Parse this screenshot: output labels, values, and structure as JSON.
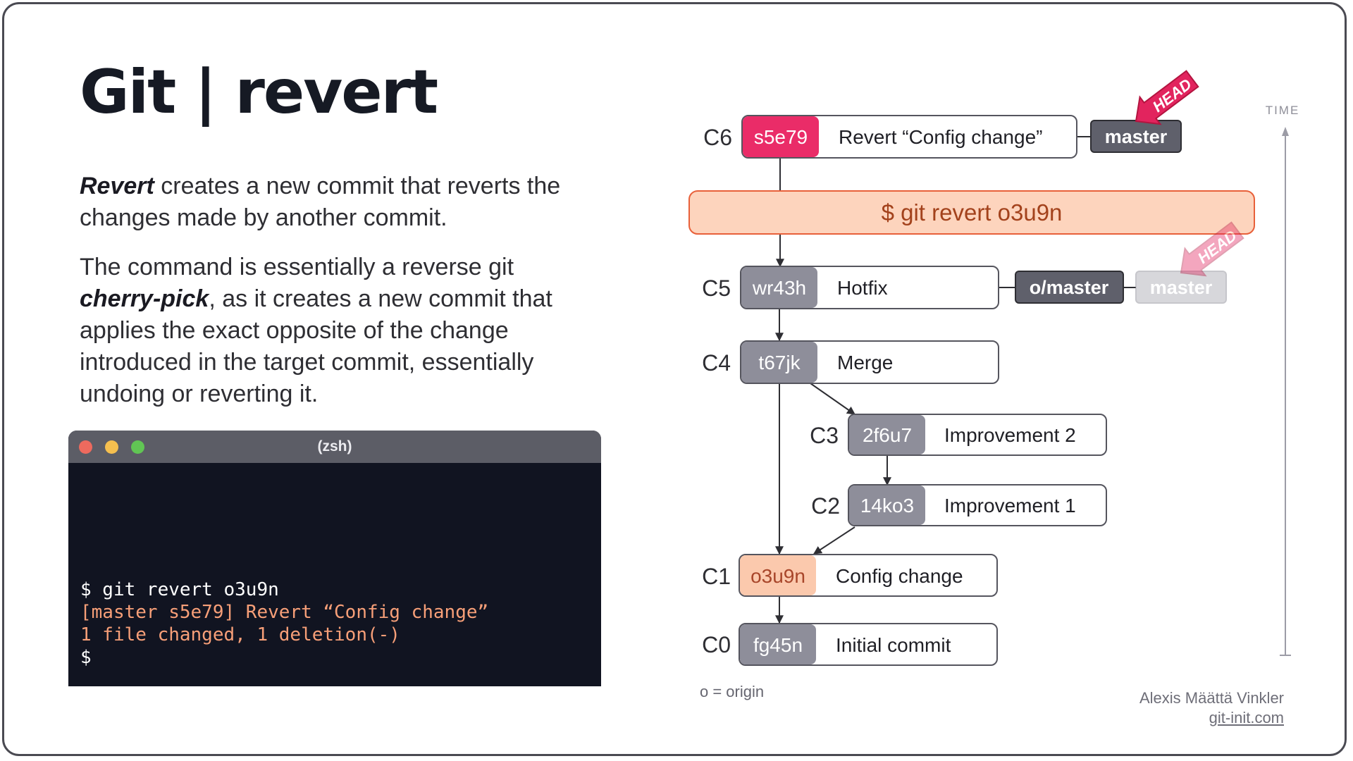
{
  "title": "Git | revert",
  "intro": {
    "p1_em": "Revert",
    "p1_rest": " creates a new commit that reverts the changes made by another commit.",
    "p2_a": "The command is essentially a reverse git ",
    "p2_em": "cherry-pick",
    "p2_b": ", as it creates a new commit that applies the exact opposite of the change introduced in the target commit, essentially undoing or reverting it."
  },
  "terminal": {
    "title": "(zsh)",
    "lines": [
      "$ git revert o3u9n",
      "[master s5e79] Revert “Config change”",
      "1 file changed, 1 deletion(-)",
      "$"
    ],
    "dot_colors": [
      "#ed6a5e",
      "#f5bf4f",
      "#61c554"
    ]
  },
  "diagram": {
    "commits": [
      {
        "label": "C6",
        "hash": "s5e79",
        "message": "Revert “Config change”"
      },
      {
        "label": "C5",
        "hash": "wr43h",
        "message": "Hotfix"
      },
      {
        "label": "C4",
        "hash": "t67jk",
        "message": "Merge"
      },
      {
        "label": "C3",
        "hash": "2f6u7",
        "message": "Improvement 2"
      },
      {
        "label": "C2",
        "hash": "14ko3",
        "message": "Improvement 1"
      },
      {
        "label": "C1",
        "hash": "o3u9n",
        "message": "Config change"
      },
      {
        "label": "C0",
        "hash": "fg45n",
        "message": "Initial commit"
      }
    ],
    "command": "$ git revert o3u9n",
    "branches": {
      "master": "master",
      "origin_master": "o/master",
      "old_master": "master"
    },
    "head_label": "HEAD",
    "time_label": "TIME",
    "colors": {
      "new_commit": "#ea2c68",
      "target_commit": "#fbc9ad",
      "normal_commit": "#8e8e9a",
      "command_bg": "#fdd4bd",
      "command_border": "#e8603a",
      "branch": "#5f606b",
      "head_arrow": "#e2245e"
    }
  },
  "footnote": "o = origin",
  "credit": {
    "author": "Alexis Määttä Vinkler",
    "site": "git-init.com"
  }
}
